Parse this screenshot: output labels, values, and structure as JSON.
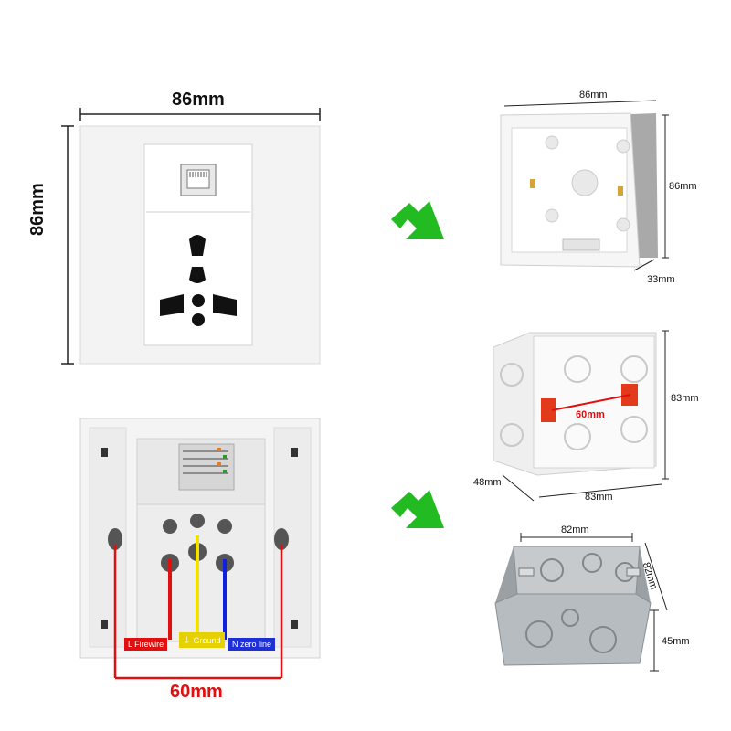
{
  "front_panel": {
    "width_label": "86mm",
    "height_label": "86mm"
  },
  "back_panel": {
    "wire_labels": {
      "live": "L Firewire",
      "ground": "⏚ Ground",
      "neutral": "N zero line"
    },
    "spacing_label": "60mm"
  },
  "box_plastic_flat": {
    "width_label": "86mm",
    "height_label": "86mm",
    "depth_label": "33mm"
  },
  "box_plastic_deep": {
    "height_label": "83mm",
    "width_label": "83mm",
    "depth_label": "48mm",
    "screw_spacing_label": "60mm"
  },
  "box_metal": {
    "width_label": "82mm",
    "side_label": "82mm",
    "depth_label": "45mm"
  },
  "colors": {
    "arrow": "#22bb22",
    "live_wire": "#e01010",
    "ground_wire": "#f2e200",
    "neutral_wire": "#1020e0",
    "live_tag": "#e01010",
    "ground_tag": "#e6d000",
    "neutral_tag": "#1f2fd6"
  }
}
